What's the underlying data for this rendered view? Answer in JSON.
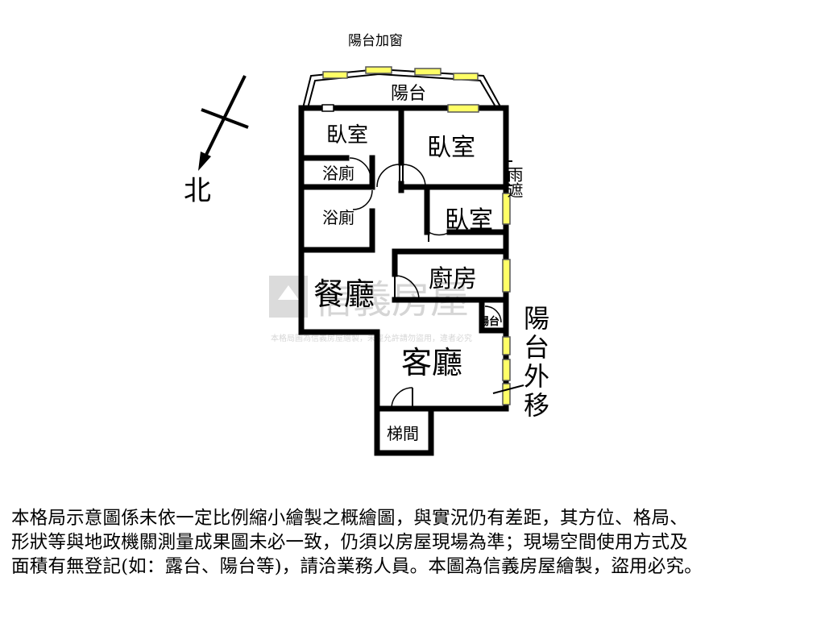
{
  "compass": {
    "north_label": "北"
  },
  "rooms": {
    "balcony_addition": "陽台加窗",
    "balcony_top": "陽台",
    "bedroom_1": "臥室",
    "bedroom_2": "臥室",
    "bedroom_3": "臥室",
    "bathroom_1": "浴廁",
    "bathroom_2": "浴廁",
    "canopy": "雨遮",
    "kitchen": "廚房",
    "dining": "餐廳",
    "living": "客廳",
    "balcony_small": "陽台",
    "balcony_moved_out": "陽台外移",
    "stairwell": "梯間"
  },
  "watermark": {
    "brand": "信義房屋",
    "notice": "本格局圖為信義房屋繪製，未經允許請勿盜用，違者必究"
  },
  "disclaimer": {
    "lines": [
      "本格局示意圖係未依一定比例縮小繪製之概繪圖，與實況仍有差距，其方位、格局、",
      "形狀等與地政機關測量成果圖未必一致，仍須以房屋現場為準；現場空間使用方式及",
      "面積有無登記(如：露台、陽台等)，請洽業務人員。本圖為信義房屋繪製，盜用必究。"
    ]
  },
  "colors": {
    "wall": "#000000",
    "window": "#ffff66",
    "watermark": "#bdbdbd"
  }
}
